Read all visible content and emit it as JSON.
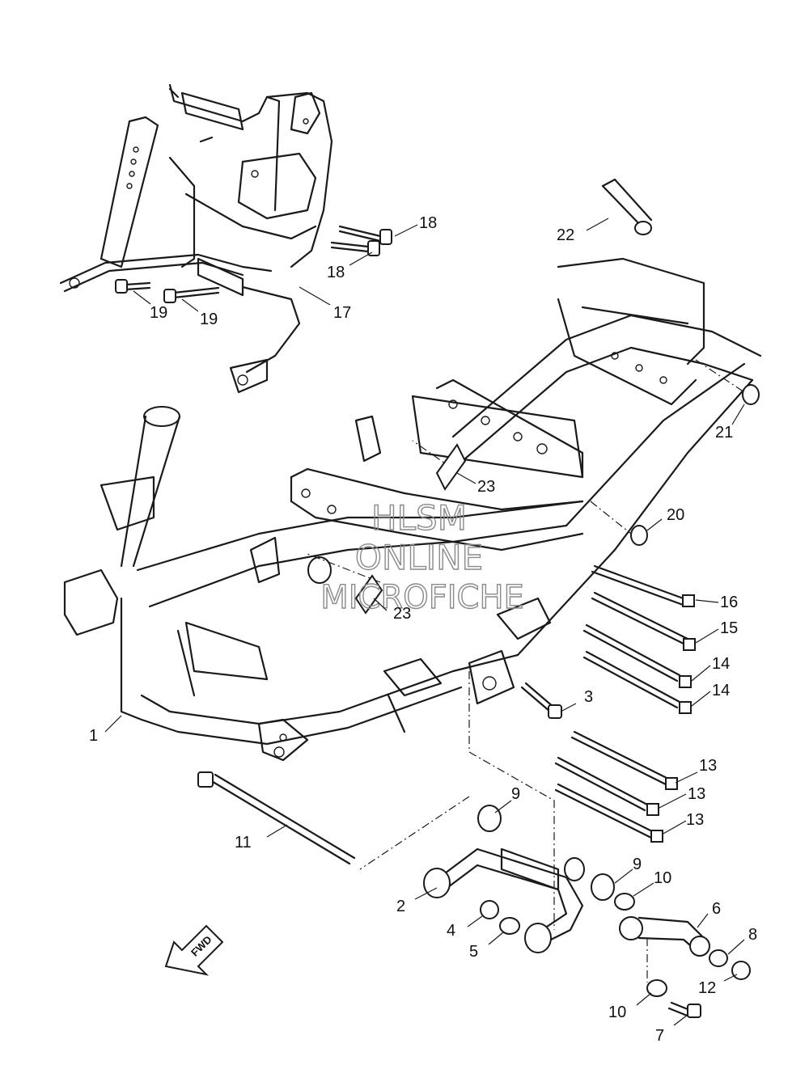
{
  "watermark": {
    "line1": "HLSM",
    "line2": "ONLINE",
    "line3": "MICROFICHE"
  },
  "fwd_arrow": {
    "label": "FWD"
  },
  "callouts": [
    {
      "id": "c1",
      "label": "1"
    },
    {
      "id": "c2",
      "label": "2"
    },
    {
      "id": "c3",
      "label": "3"
    },
    {
      "id": "c4",
      "label": "4"
    },
    {
      "id": "c5",
      "label": "5"
    },
    {
      "id": "c6",
      "label": "6"
    },
    {
      "id": "c7",
      "label": "7"
    },
    {
      "id": "c8",
      "label": "8"
    },
    {
      "id": "c9a",
      "label": "9"
    },
    {
      "id": "c9b",
      "label": "9"
    },
    {
      "id": "c10a",
      "label": "10"
    },
    {
      "id": "c10b",
      "label": "10"
    },
    {
      "id": "c11",
      "label": "11"
    },
    {
      "id": "c12",
      "label": "12"
    },
    {
      "id": "c13a",
      "label": "13"
    },
    {
      "id": "c13b",
      "label": "13"
    },
    {
      "id": "c13c",
      "label": "13"
    },
    {
      "id": "c14a",
      "label": "14"
    },
    {
      "id": "c14b",
      "label": "14"
    },
    {
      "id": "c15",
      "label": "15"
    },
    {
      "id": "c16",
      "label": "16"
    },
    {
      "id": "c17",
      "label": "17"
    },
    {
      "id": "c18a",
      "label": "18"
    },
    {
      "id": "c18b",
      "label": "18"
    },
    {
      "id": "c19a",
      "label": "19"
    },
    {
      "id": "c19b",
      "label": "19"
    },
    {
      "id": "c20",
      "label": "20"
    },
    {
      "id": "c21",
      "label": "21"
    },
    {
      "id": "c22",
      "label": "22"
    },
    {
      "id": "c23a",
      "label": "23"
    },
    {
      "id": "c23b",
      "label": "23"
    }
  ]
}
